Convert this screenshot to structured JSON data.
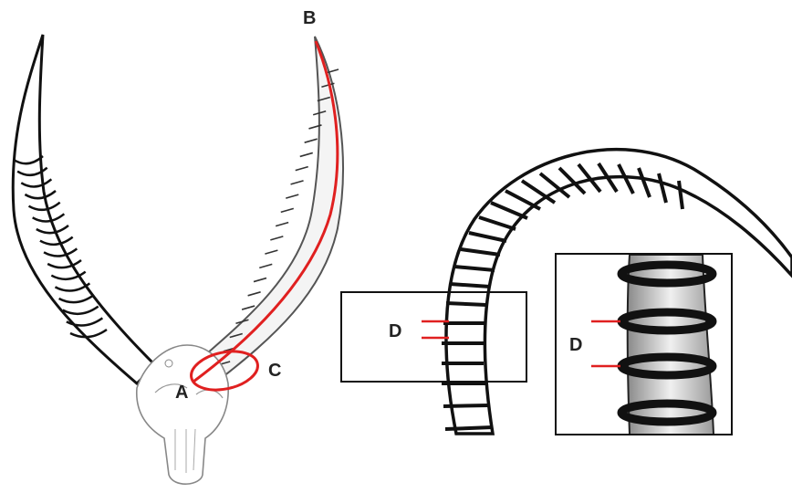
{
  "labels": {
    "a": "A",
    "b": "B",
    "c": "C",
    "d_detail": "D",
    "d_inset": "D"
  },
  "colors": {
    "outline": "#111111",
    "measure": "#e02020",
    "background": "#ffffff"
  }
}
